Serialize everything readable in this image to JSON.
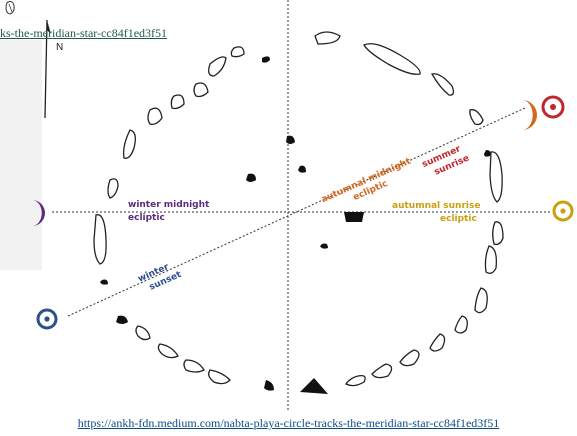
{
  "links": {
    "top_url_fragment": "ks-the-meridian-star-cc84f1ed3f51",
    "source_url": "https://ankh-fdn.medium.com/nabta-playa-circle-tracks-the-meridian-star-cc84f1ed3f51"
  },
  "diagram": {
    "north_label": "N",
    "labels": {
      "winter_midnight": "winter midnight",
      "winter_midnight_2": "ecliptic",
      "winter_sunset": "winter",
      "winter_sunset_2": "sunset",
      "autumnal_midnight": "autumnal midnight",
      "autumnal_midnight_2": "ecliptic",
      "summer_sunrise": "summer",
      "summer_sunrise_2": "sunrise",
      "autumnal_sunrise": "autumnal sunrise",
      "autumnal_sunrise_2": "ecliptic"
    },
    "icons": [
      "winter-moon-crescent-icon",
      "winter-sun-icon",
      "summer-moon-crescent-icon",
      "summer-sun-icon",
      "autumnal-sun-icon"
    ],
    "colors": {
      "winter_midnight": "#5b2b82",
      "winter_sunset": "#2d4f8e",
      "autumnal_midnight": "#d2691e",
      "summer_sunrise": "#c0272d",
      "autumnal_sunrise": "#c9a010",
      "stone_fill": "#111111"
    }
  }
}
